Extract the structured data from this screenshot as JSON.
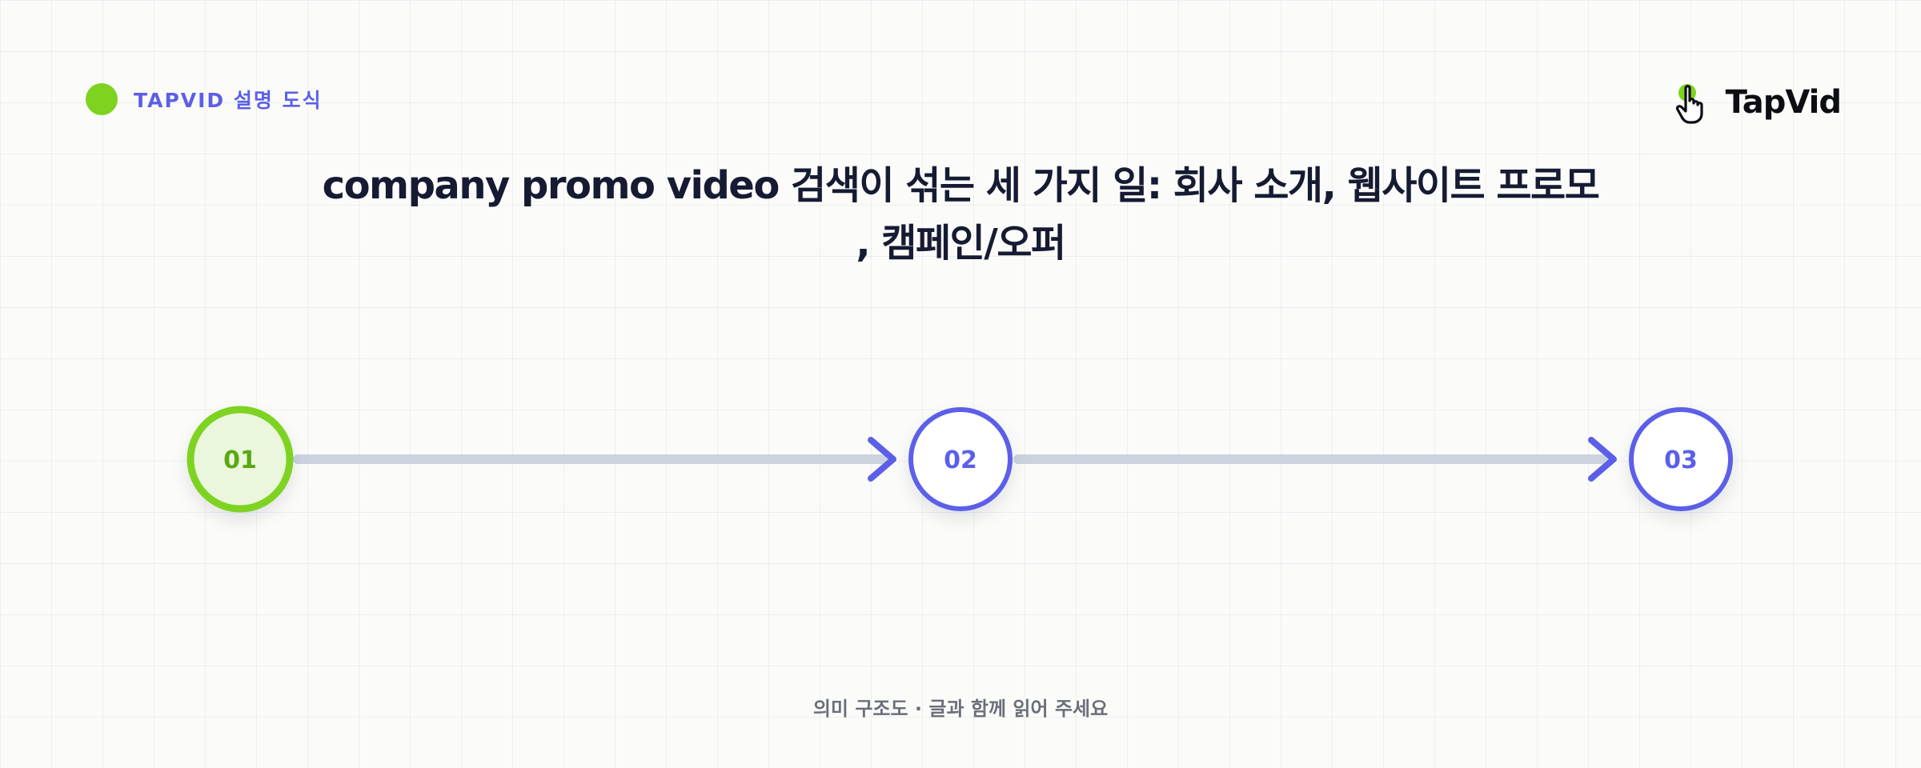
{
  "header": {
    "badge_label": "TAPVID 설명 도식"
  },
  "logo": {
    "name": "TapVid",
    "icon": "pointer-hand-icon"
  },
  "title": {
    "line1": "company promo video 검색이 섞는 세 가지 일: 회사 소개, 웹사이트 프로모",
    "line2": ", 캠페인/오퍼"
  },
  "steps": [
    {
      "label": "01",
      "active": true
    },
    {
      "label": "02",
      "active": false
    },
    {
      "label": "03",
      "active": false
    }
  ],
  "footer": {
    "caption": "의미 구조도 · 글과 함께 읽어 주세요"
  },
  "colors": {
    "accent_green": "#7ed321",
    "accent_indigo": "#5b5fe8",
    "active_fill": "#eaf7dc",
    "connector": "#ccd3df",
    "title": "#161b33"
  }
}
